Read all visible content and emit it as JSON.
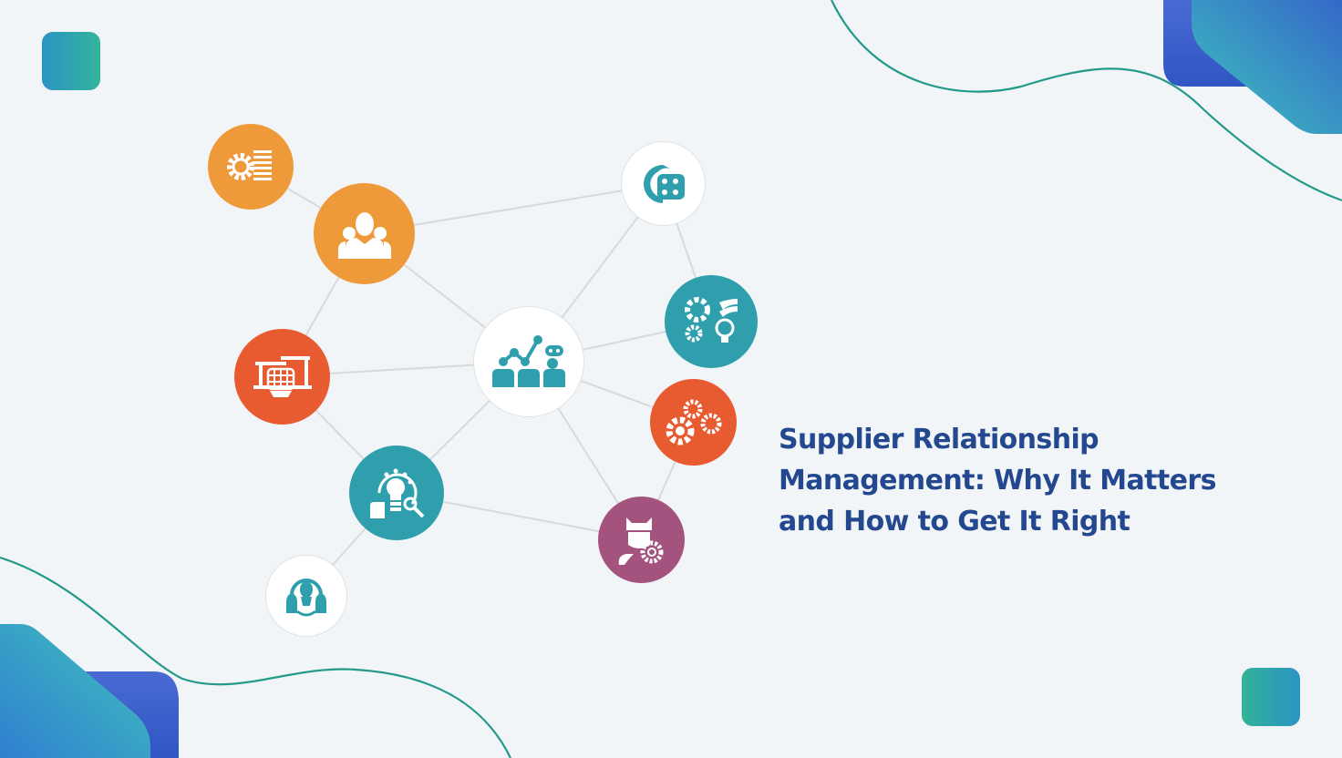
{
  "headline": {
    "line1": "Supplier Relationship",
    "line2": "Management: Why It Matters",
    "line3": "and How to Get It Right",
    "color": "#24488f"
  },
  "palette": {
    "background": "#f2f5f7",
    "orange": "#ef9a3a",
    "red_orange": "#e85a2f",
    "teal": "#2f9fad",
    "magenta": "#a4537f",
    "curve": "#23998a",
    "blue": "#3f5fcc",
    "cyan": "#3fc1c0"
  },
  "network_nodes": [
    {
      "id": "settings-list",
      "icon": "gear-list-icon",
      "color": "orange"
    },
    {
      "id": "team-leader",
      "icon": "person-group-icon",
      "color": "orange"
    },
    {
      "id": "inventory",
      "icon": "boxes-grid-icon",
      "color": "red_orange"
    },
    {
      "id": "analytics-team",
      "icon": "team-chart-icon",
      "color": "white",
      "central": true
    },
    {
      "id": "integration",
      "icon": "puzzle-icon",
      "color": "white"
    },
    {
      "id": "innovation",
      "icon": "gear-bulb-icon",
      "color": "teal"
    },
    {
      "id": "operations",
      "icon": "gears-icon",
      "color": "red_orange"
    },
    {
      "id": "insight",
      "icon": "bulb-search-icon",
      "color": "teal"
    },
    {
      "id": "collaboration",
      "icon": "people-idea-icon",
      "color": "white"
    },
    {
      "id": "supplier-growth",
      "icon": "worker-gear-icon",
      "color": "magenta"
    }
  ]
}
